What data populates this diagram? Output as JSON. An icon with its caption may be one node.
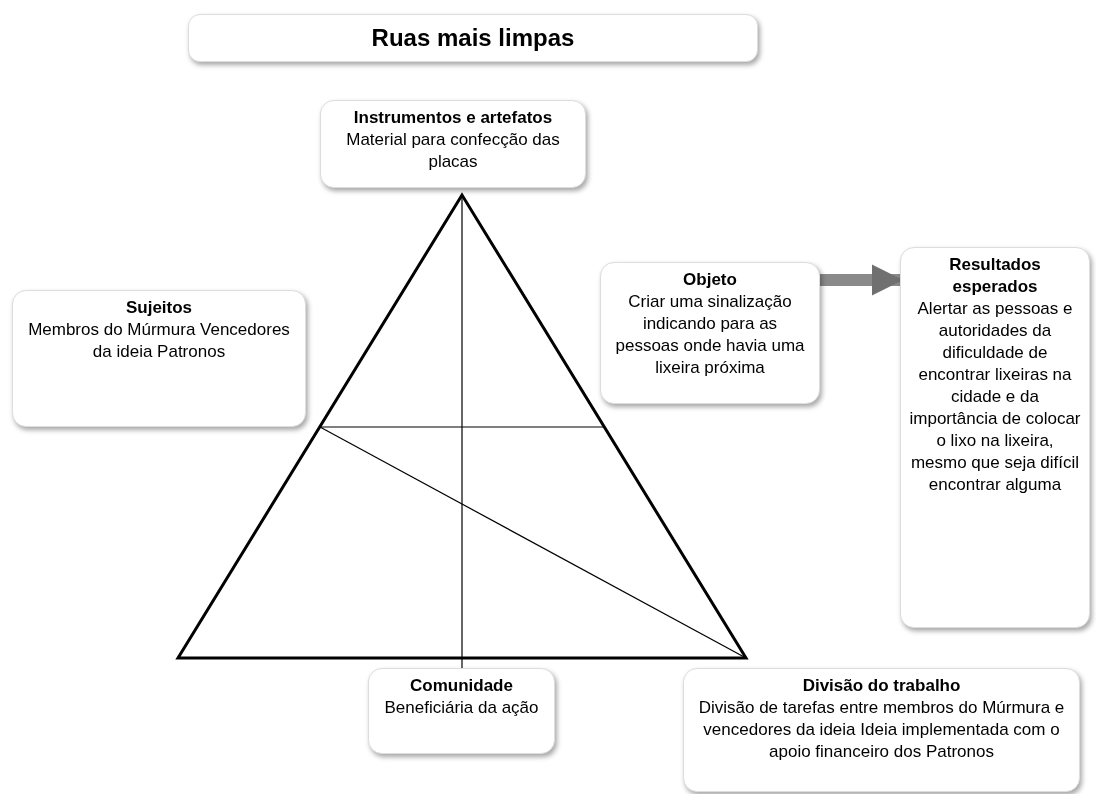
{
  "diagram": {
    "title": "Ruas mais limpas",
    "nodes": [
      {
        "text": [
          "Instrumentos e artefatos",
          "Material para confecção das placas"
        ]
      },
      {
        "text": [
          "Sujeitos",
          "Membros do Múrmura Vencedores da ideia Patronos"
        ]
      },
      {
        "text": [
          "Objeto",
          "Criar uma sinalização indicando para as pessoas onde havia uma lixeira próxima"
        ]
      },
      {
        "text": [
          "Resultados esperados",
          "Alertar as pessoas e autoridades da dificuldade de encontrar lixeiras na cidade e da importância de colocar o lixo na lixeira, mesmo que seja difícil encontrar alguma"
        ]
      },
      {
        "text": [
          "Comunidade",
          "Beneficiária da ação"
        ]
      },
      {
        "text": [
          "Divisão do trabalho",
          "Divisão de tarefas entre membros do Múrmura e vencedores da ideia Ideia implementada com o apoio financeiro dos Patronos"
        ]
      }
    ],
    "edges": [
      {
        "from": 2,
        "to": 3,
        "arrow": "to"
      }
    ]
  }
}
